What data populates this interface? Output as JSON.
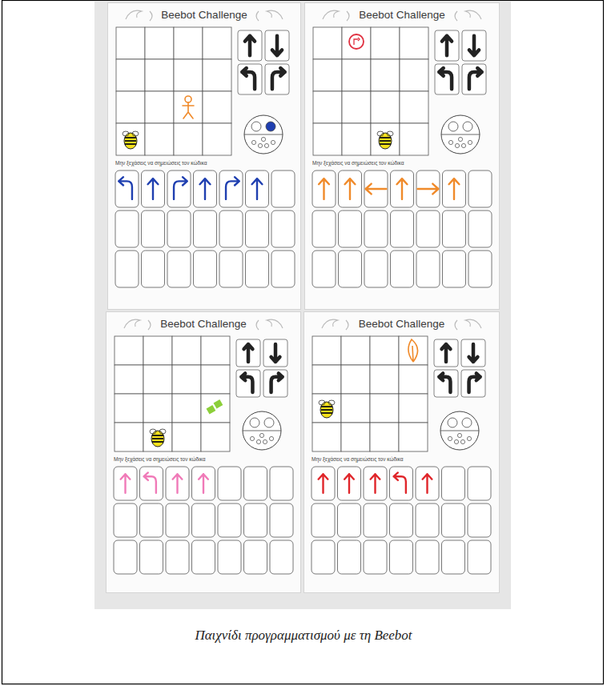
{
  "diagram": {
    "caption": "Παιχνίδι προγραμματισμού με τη Beebot",
    "nodes": [
      {
        "text": [
          "Beebot Challenge",
          "Μην ξεχάσεις να σημειώσεις τον κώδικα"
        ]
      },
      {
        "text": [
          "Beebot Challenge",
          "Μην ξεχάσεις να σημειώσεις τον κώδικα"
        ]
      },
      {
        "text": [
          "Beebot Challenge",
          "Μην ξεχάσεις να σημειώσεις τον κώδικα"
        ]
      },
      {
        "text": [
          "Beebot Challenge",
          "Μην ξεχάσεις να σημειώσεις τον κώδικα"
        ]
      }
    ]
  }
}
